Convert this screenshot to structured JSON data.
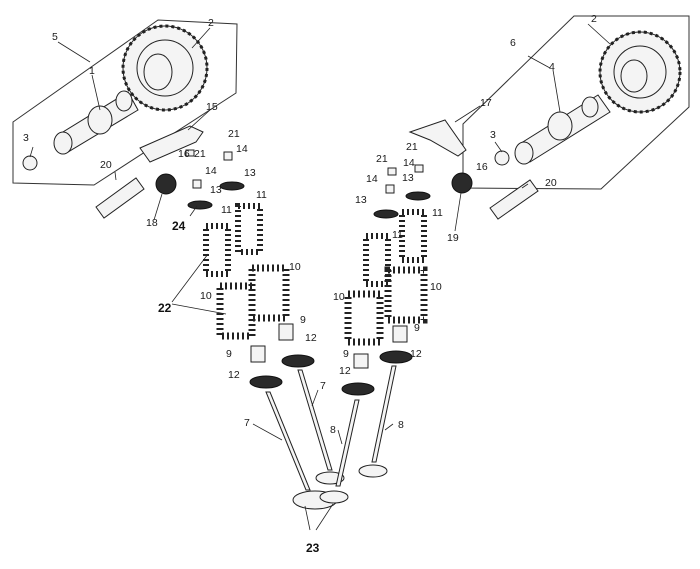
{
  "diagram": {
    "labels": {
      "l1": "1",
      "l2a": "2",
      "l2b": "2",
      "l3a": "3",
      "l3b": "3",
      "l4": "4",
      "l5": "5",
      "l6": "6",
      "l7a": "7",
      "l7b": "7",
      "l8a": "8",
      "l8b": "8",
      "l9a": "9",
      "l9b": "9",
      "l9c": "9",
      "l9d": "9",
      "l10a": "10",
      "l10b": "10",
      "l10c": "10",
      "l10d": "10",
      "l11a": "11",
      "l11b": "11",
      "l11c": "11",
      "l11d": "11",
      "l12a": "12",
      "l12b": "12",
      "l12c": "12",
      "l12d": "12",
      "l13a": "13",
      "l13b": "13",
      "l13c": "13",
      "l13d": "13",
      "l14a": "14",
      "l14b": "14",
      "l14c": "14",
      "l14d": "14",
      "l15": "15",
      "l16a": "16",
      "l16b": "16",
      "l17": "17",
      "l18": "18",
      "l19": "19",
      "l20a": "20",
      "l20b": "20",
      "l21a": "21",
      "l21b": "21",
      "l21c": "21",
      "l21d": "21",
      "l22": "22",
      "l23": "23",
      "l24": "24"
    }
  }
}
